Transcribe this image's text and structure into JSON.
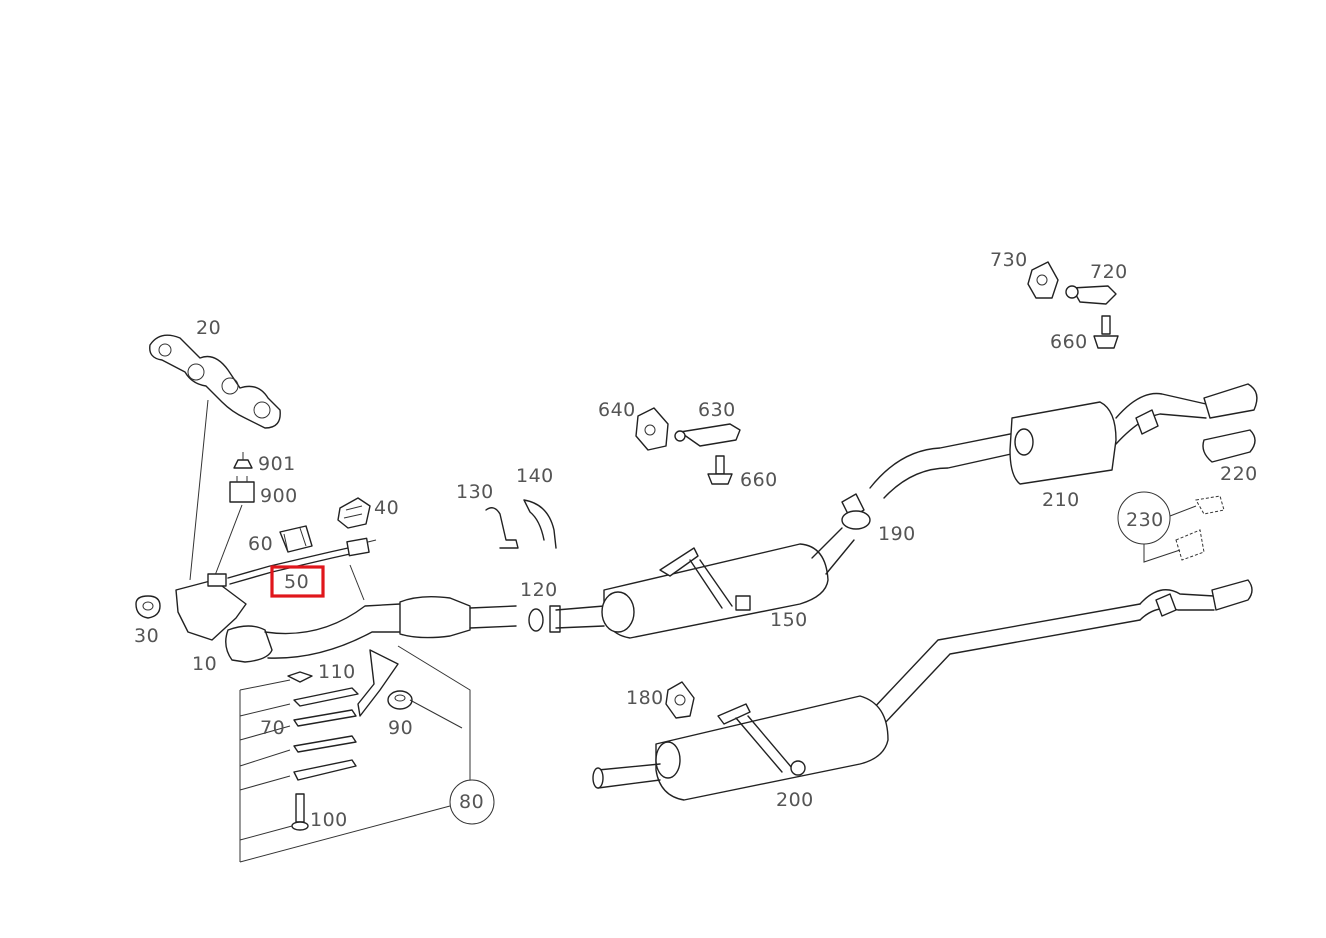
{
  "labels": {
    "p10": "10",
    "p20": "20",
    "p30": "30",
    "p40": "40",
    "p50": "50",
    "p60": "60",
    "p70": "70",
    "p80": "80",
    "p90": "90",
    "p100": "100",
    "p110": "110",
    "p120": "120",
    "p130": "130",
    "p140": "140",
    "p150": "150",
    "p180": "180",
    "p190": "190",
    "p200": "200",
    "p210": "210",
    "p220": "220",
    "p230": "230",
    "p630": "630",
    "p640": "640",
    "p660a": "660",
    "p660b": "660",
    "p720": "720",
    "p730": "730",
    "p900": "900",
    "p901": "901"
  },
  "highlighted_part": "50",
  "colors": {
    "line": "#222222",
    "label": "#555555",
    "highlight": "#e0161b",
    "background": "#ffffff"
  }
}
